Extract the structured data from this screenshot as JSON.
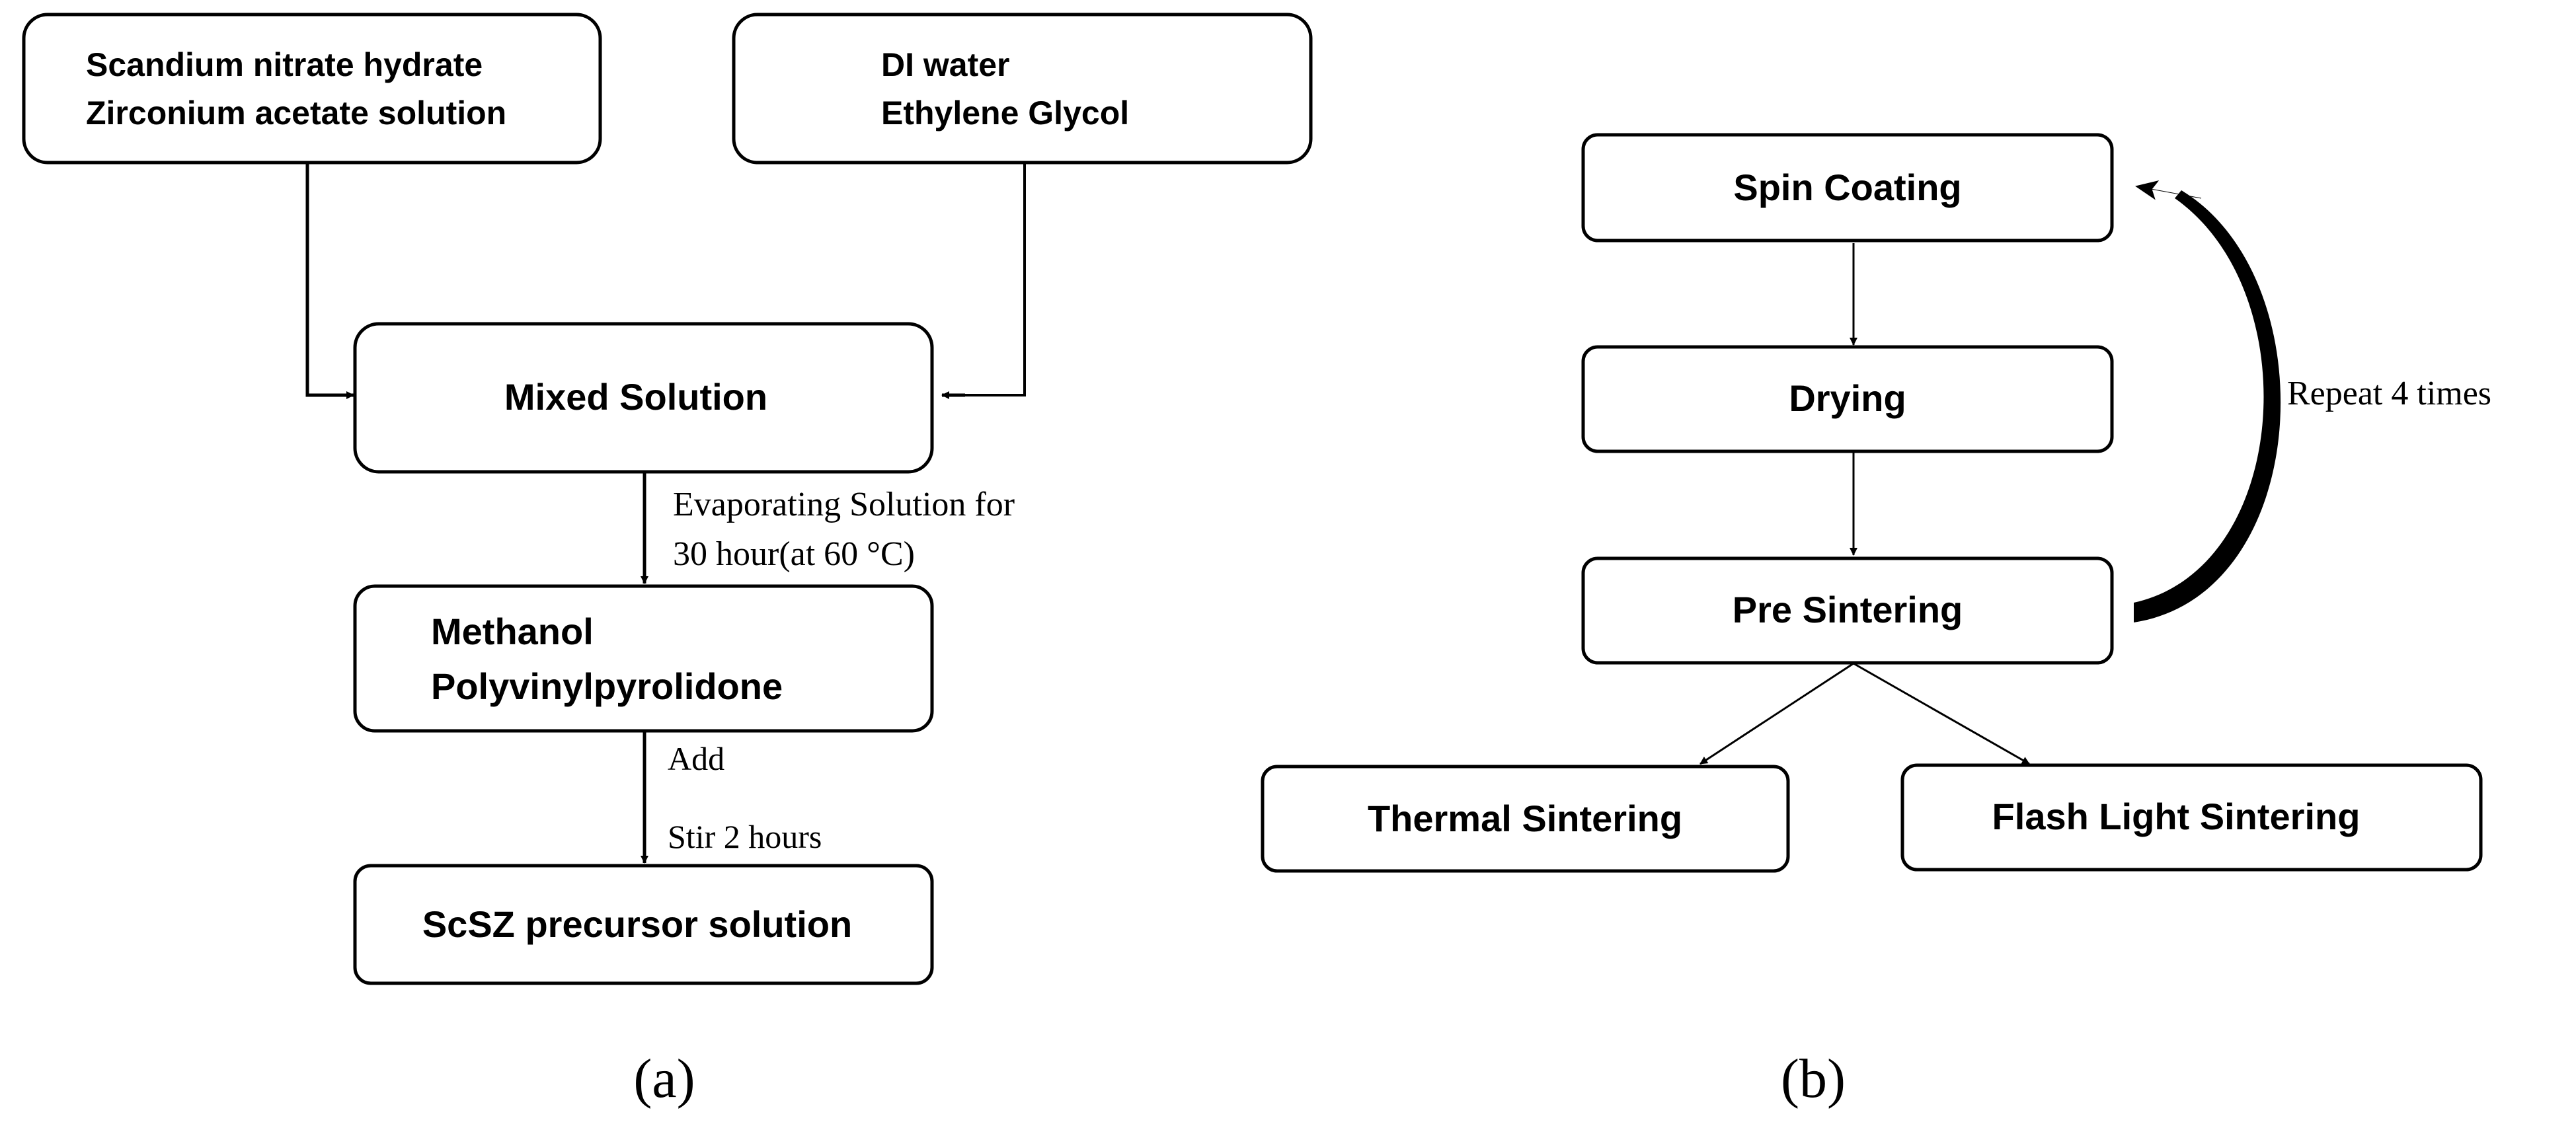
{
  "panel_a": {
    "caption": "(a)",
    "nodes": {
      "scandium": [
        "Scandium nitrate hydrate",
        "Zirconium acetate solution"
      ],
      "solvent": [
        "DI water",
        "Ethylene Glycol"
      ],
      "mixed": "Mixed Solution",
      "methanol": [
        "Methanol",
        "Polyvinylpyrolidone"
      ],
      "precursor": "ScSZ precursor solution"
    },
    "edge_labels": {
      "evaporate": [
        "Evaporating Solution for",
        "30 hour(at 60 °C)"
      ],
      "add": "Add",
      "stir": "Stir 2 hours"
    }
  },
  "panel_b": {
    "caption": "(b)",
    "nodes": {
      "spin": "Spin Coating",
      "drying": "Drying",
      "pre": "Pre Sintering",
      "thermal": "Thermal Sintering",
      "flash": "Flash Light Sintering"
    },
    "repeat_label": "Repeat 4 times"
  }
}
